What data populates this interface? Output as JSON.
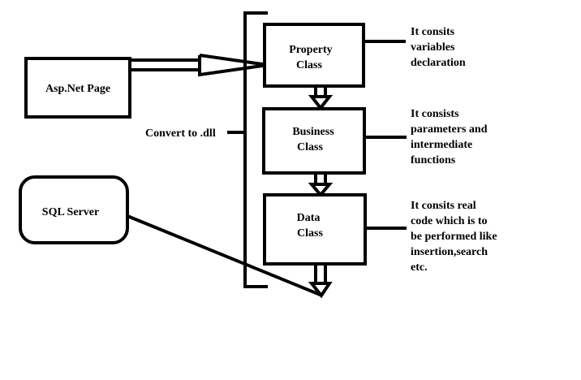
{
  "nodes": {
    "asp_net_page": "Asp.Net Page",
    "sql_server": "SQL Server",
    "property_class": [
      "Property",
      "Class"
    ],
    "business_class": [
      "Business",
      "Class"
    ],
    "data_class": [
      "Data",
      "Class"
    ]
  },
  "bracket_label": "Convert to .dll",
  "notes": {
    "property": [
      "It consits",
      "variables",
      "declaration"
    ],
    "business": [
      "It consists",
      "parameters and",
      "intermediate",
      "functions"
    ],
    "data": [
      "It consits real",
      "code which is to",
      "be performed like",
      "insertion,search",
      "etc."
    ]
  },
  "colors": {
    "stroke": "#000000",
    "background": "#ffffff"
  }
}
